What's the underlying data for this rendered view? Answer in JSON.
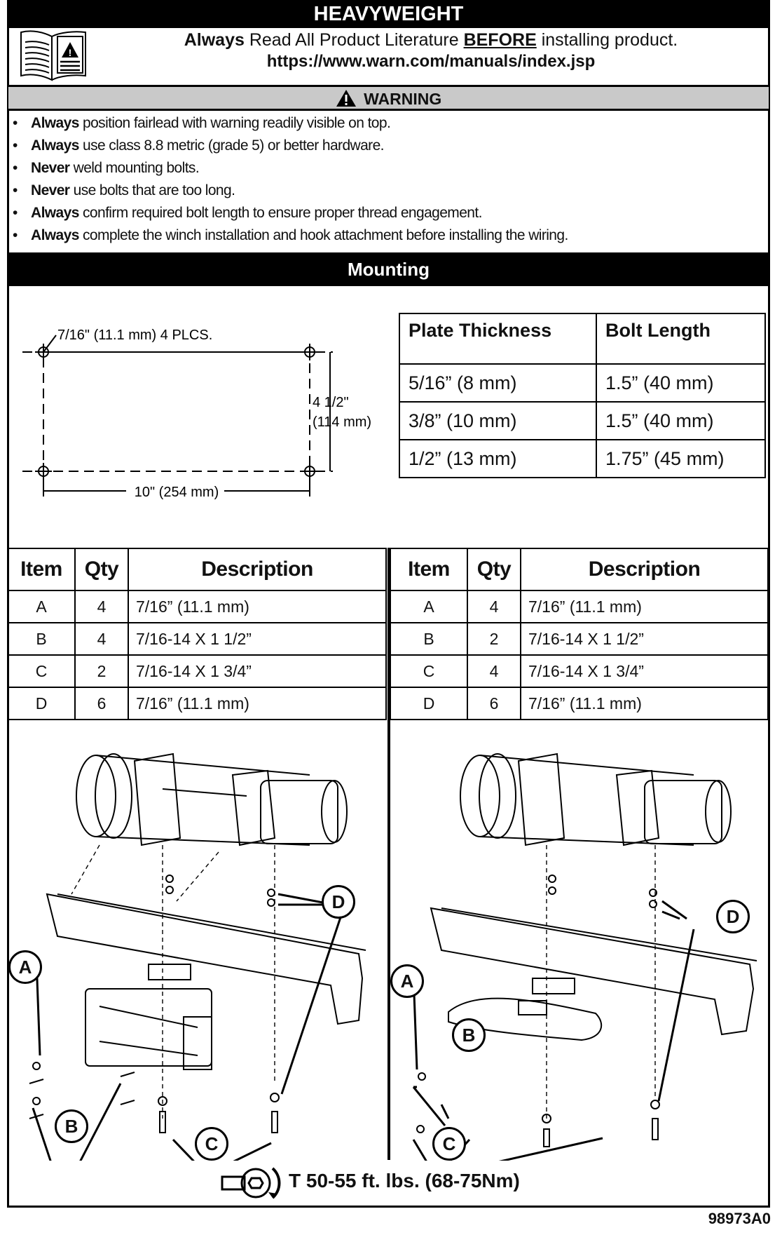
{
  "header": {
    "title": "HEAVYWEIGHT",
    "notice_always": "Always",
    "notice_mid": " Read All Product Literature ",
    "notice_before": "BEFORE",
    "notice_end": " installing product.",
    "url": "https://www.warn.com/manuals/index.jsp"
  },
  "warning": {
    "title": "WARNING",
    "items": [
      {
        "bold": "Always",
        "text": " position fairlead with warning readily visible on top."
      },
      {
        "bold": "Always",
        "text": " use class 8.8 metric (grade 5) or better hardware."
      },
      {
        "bold": "Never",
        "text": " weld mounting bolts."
      },
      {
        "bold": "Never",
        "text": " use bolts that are too long."
      },
      {
        "bold": "Always",
        "text": " confirm required bolt length to ensure proper thread engagement."
      },
      {
        "bold": "Always",
        "text": " complete the winch installation and hook attachment before installing the wiring."
      }
    ]
  },
  "mounting": {
    "title": "Mounting",
    "hole_label": "7/16\" (11.1 mm) 4 PLCS.",
    "height_label_1": "4 1/2\"",
    "height_label_2": "(114 mm)",
    "width_label": "10\" (254 mm)"
  },
  "spec_table": {
    "headers": [
      "Plate Thickness",
      "Bolt Length"
    ],
    "rows": [
      [
        "5/16” (8 mm)",
        "1.5” (40 mm)"
      ],
      [
        "3/8” (10 mm)",
        "1.5” (40 mm)"
      ],
      [
        "1/2” (13 mm)",
        "1.75” (45 mm)"
      ]
    ]
  },
  "parts_left": {
    "headers": [
      "Item",
      "Qty",
      "Description"
    ],
    "rows": [
      [
        "A",
        "4",
        "7/16” (11.1 mm)"
      ],
      [
        "B",
        "4",
        "7/16-14 X 1 1/2”"
      ],
      [
        "C",
        "2",
        "7/16-14 X 1 3/4”"
      ],
      [
        "D",
        "6",
        "7/16” (11.1 mm)"
      ]
    ]
  },
  "parts_right": {
    "headers": [
      "Item",
      "Qty",
      "Description"
    ],
    "rows": [
      [
        "A",
        "4",
        "7/16” (11.1 mm)"
      ],
      [
        "B",
        "2",
        "7/16-14 X 1 1/2”"
      ],
      [
        "C",
        "4",
        "7/16-14 X 1 3/4”"
      ],
      [
        "D",
        "6",
        "7/16” (11.1 mm)"
      ]
    ]
  },
  "callouts": {
    "a": "A",
    "b": "B",
    "c": "C",
    "d": "D"
  },
  "torque": "T 50-55 ft. lbs. (68-75Nm)",
  "doc_code": "98973A0"
}
